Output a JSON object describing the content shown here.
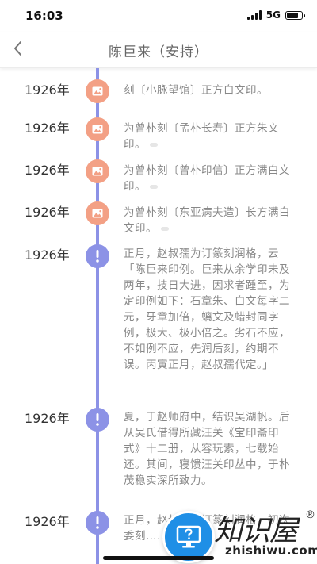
{
  "status_bar": {
    "time": "16:03",
    "network": "5G",
    "battery_level": 0.8
  },
  "nav": {
    "title": "陈巨来（安持）",
    "back_icon": "chevron-left-icon"
  },
  "timeline": [
    {
      "year": "1926年",
      "icon": "image-icon",
      "text": "刻〔小脉望馆〕正方白文印。"
    },
    {
      "year": "1926年",
      "icon": "image-icon",
      "text": "为曾朴刻〔孟朴长寿〕正方朱文印。"
    },
    {
      "year": "1926年",
      "icon": "image-icon",
      "text": "为曾朴刻〔曾朴印信〕正方满白文印。"
    },
    {
      "year": "1926年",
      "icon": "image-icon",
      "text": "为曾朴刻〔东亚病夫造〕长方满白文印。"
    },
    {
      "year": "1926年",
      "icon": "info-icon",
      "text": "正月，赵叔孺为订篆刻润格，云「陈巨来印例。巨来从余学印未及两年，技日大进，因求者踵至，为定印例如下：石章朱、白文每字二元，牙章加倍，螭文及蜡封同字例，极大、极小倍之。劣石不应，不如例不应，先润后刻，约期不误。丙寅正月，赵叔孺代定。」"
    },
    {
      "year": "1926年",
      "icon": "info-icon",
      "text": "夏，于赵师府中，结识吴湖帆。后从吴氏借得所藏汪关《宝印斋印式》十二册，从容玩索，七载始还。其间，寝馈汪关印丛中，于朴茂稳实深所致力。"
    },
    {
      "year": "1926年",
      "icon": "info-icon",
      "text": "正月，赵叔孺为订篆刻润格，初次委刻……曾孟朴……"
    }
  ],
  "watermark": {
    "brand": "知识屋",
    "url": "zhishiwu.com",
    "reg_mark": "®",
    "help_icon": "question-monitor-icon"
  },
  "colors": {
    "line": "#8c92e6",
    "image_marker": "#f3a085",
    "info_marker": "#8c92e6",
    "text": "#888888",
    "year": "#333333",
    "float_button": "#1f8fe6"
  }
}
